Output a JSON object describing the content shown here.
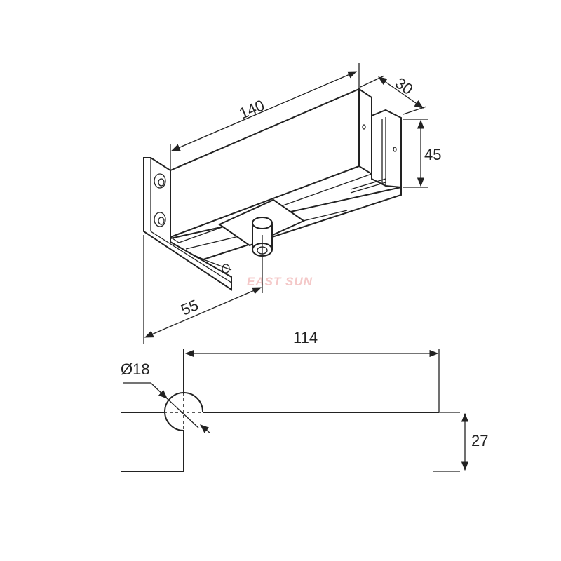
{
  "dimensions": {
    "length": "140",
    "depth": "30",
    "height": "45",
    "pivot_offset": "55",
    "plan_length": "114",
    "pivot_diameter": "Ø18",
    "plan_offset": "27"
  },
  "watermark": "EAST SUN",
  "colors": {
    "line": "#222222",
    "watermark": "#f4c8c8"
  }
}
